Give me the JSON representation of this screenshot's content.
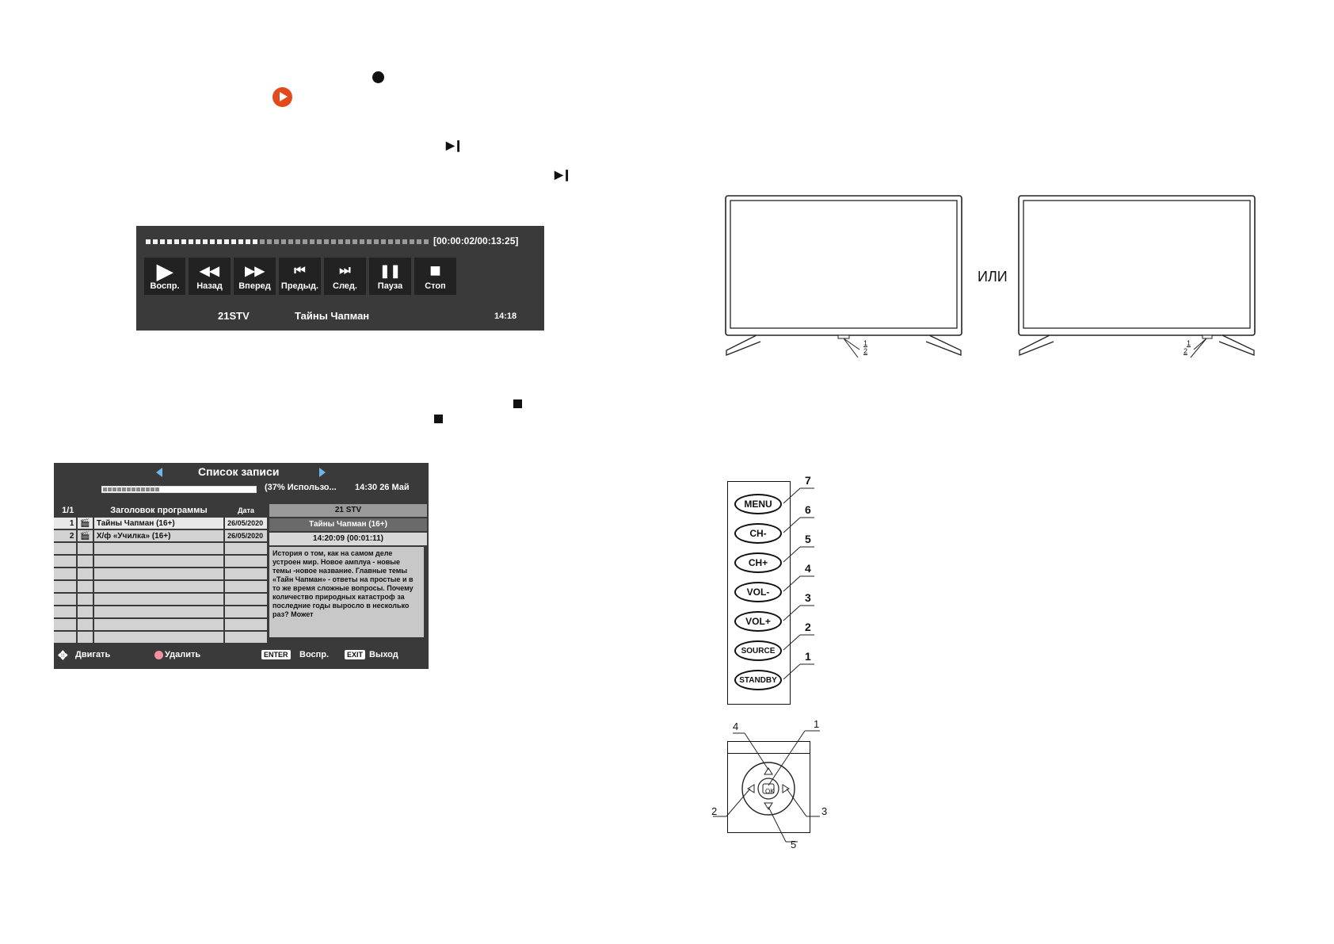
{
  "playback": {
    "time": "[00:00:02/00:13:25]",
    "buttons": [
      {
        "icon": "play-icon",
        "label": "Воспр."
      },
      {
        "icon": "rewind-icon",
        "label": "Назад"
      },
      {
        "icon": "fast-forward-icon",
        "label": "Вперед"
      },
      {
        "icon": "previous-icon",
        "label": "Предыд."
      },
      {
        "icon": "next-icon",
        "label": "След."
      },
      {
        "icon": "pause-icon",
        "label": "Пауза"
      },
      {
        "icon": "stop-icon",
        "label": "Стоп"
      }
    ],
    "channel": "21STV",
    "program": "Тайны Чапман",
    "clock": "14:18",
    "progress_dots_filled": 16,
    "progress_dots_total": 40
  },
  "recording_list": {
    "title": "Список  записи",
    "usage": "(37% Использо...",
    "clock": "14:30  26 Май",
    "usage_fraction": 0.37,
    "headers": {
      "page": "1/1",
      "program": "Заголовок программы",
      "date": "Дата"
    },
    "rows": [
      {
        "num": "1",
        "title": "Тайны Чапман (16+)",
        "date": "26/05/2020"
      },
      {
        "num": "2",
        "title": "Х/ф «Училка» (16+)",
        "date": "26/05/2020"
      }
    ],
    "empty_rows": 8,
    "info": {
      "channel": "21 STV",
      "program": "Тайны Чапман (16+)",
      "time": "14:20:09 (00:01:11)",
      "description": "История о том, как на самом деле устроен мир. Новое амплуа - новые темы -новое название. Главные темы «Тайн Чапман» - ответы на простые и в то же время сложные вопросы. Почему количество природных катастроф за последние годы выросло в несколько раз? Может"
    },
    "footer": {
      "move": "Двигать",
      "delete": "Удалить",
      "enter_key": "ENTER",
      "enter_label": "Воспр.",
      "exit_key": "EXIT",
      "exit_label": "Выход"
    }
  },
  "tv": {
    "or_label": "ИЛИ",
    "callouts": [
      "1",
      "2"
    ]
  },
  "button_panel": {
    "buttons": [
      {
        "label": "MENU",
        "num": "7"
      },
      {
        "label": "CH-",
        "num": "6"
      },
      {
        "label": "CH+",
        "num": "5"
      },
      {
        "label": "VOL-",
        "num": "4"
      },
      {
        "label": "VOL+",
        "num": "3"
      },
      {
        "label": "SOURCE",
        "num": "2"
      },
      {
        "label": "STANDBY",
        "num": "1"
      }
    ]
  },
  "joystick": {
    "center_label": "OK",
    "callouts": {
      "ok": "1",
      "left": "2",
      "right": "3",
      "up": "4",
      "down": "5"
    }
  }
}
